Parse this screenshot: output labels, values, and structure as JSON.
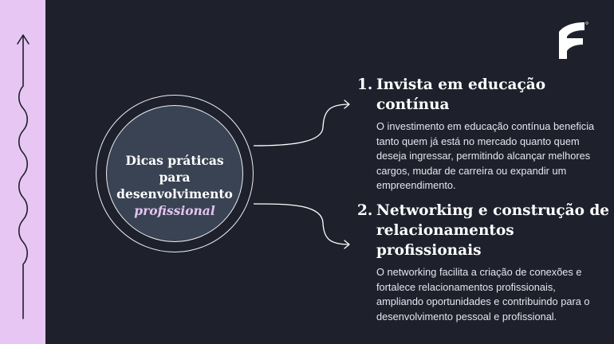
{
  "circle": {
    "line1": "Dicas práticas para",
    "line2": "desenvolvimento",
    "line3": "profissional"
  },
  "tips": [
    {
      "number": "1.",
      "title": "Invista em educação contínua",
      "body": "O investimento em educação contínua beneficia tanto quem já está no mercado quanto quem deseja ingressar, permitindo alcançar melhores cargos, mudar de carreira ou expandir um empreendimento."
    },
    {
      "number": "2.",
      "title": "Networking e construção de relacionamentos profissionais",
      "body": "O networking facilita a criação de conexões e fortalece relacionamentos profissionais, ampliando oportunidades e contribuindo para o desenvolvimento pessoal e profissional."
    }
  ],
  "colors": {
    "background": "#1e212c",
    "strip": "#e8c6f3",
    "circle_fill": "#394353",
    "accent_text": "#e3c3f0"
  },
  "icons": {
    "strip": "wavy-arrow-up-icon",
    "logo": "brand-logo-icon"
  }
}
